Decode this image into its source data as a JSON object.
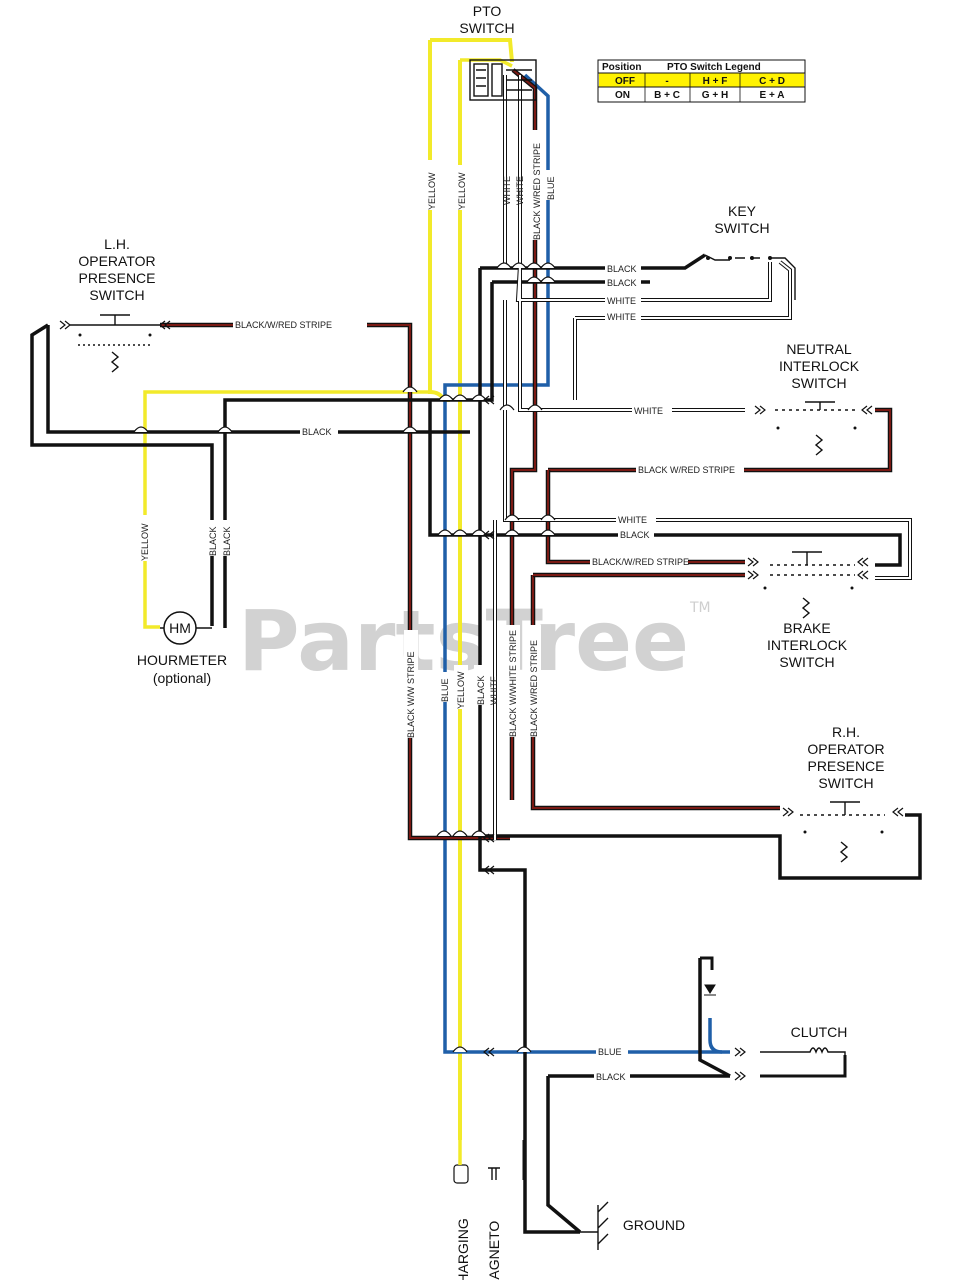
{
  "components": {
    "pto_switch": [
      "PTO",
      "SWITCH"
    ],
    "key_switch": [
      "KEY",
      "SWITCH"
    ],
    "lh_ops": [
      "L.H.",
      "OPERATOR",
      "PRESENCE",
      "SWITCH"
    ],
    "neutral": [
      "NEUTRAL",
      "INTERLOCK",
      "SWITCH"
    ],
    "brake": [
      "BRAKE",
      "INTERLOCK",
      "SWITCH"
    ],
    "rh_ops": [
      "R.H.",
      "OPERATOR",
      "PRESENCE",
      "SWITCH"
    ],
    "hourmeter": "HOURMETER",
    "hourmeter_note": "(optional)",
    "hm": "HM",
    "clutch": "CLUTCH",
    "ground": "GROUND",
    "charging": "CHARGING",
    "magneto": "MAGNETO"
  },
  "legend": {
    "header": [
      "Position",
      "PTO Switch Legend"
    ],
    "rows": [
      [
        "OFF",
        "-",
        "H + F",
        "C + D"
      ],
      [
        "ON",
        "B + C",
        "G + H",
        "E + A"
      ]
    ]
  },
  "wire_labels": {
    "yellow": "YELLOW",
    "white": "WHITE",
    "black": "BLACK",
    "blue": "BLUE",
    "bw_stripe": "BLACK W/RED STRIPE",
    "bw_stripe_alt": "BLACK/W/RED STRIPE",
    "bwhite_stripe": "BLACK W/WHITE STRIPE",
    "bwhite_stripe_alt": "BLACK W/W STRIPE"
  },
  "watermark": "PartsTree",
  "watermark_tm": "TM",
  "colors": {
    "yellow": "#f2ea2a",
    "blue": "#1f5fa8",
    "black": "#111111",
    "red_stripe": "#7a1a14",
    "white_wire": "#ffffff",
    "legend_highlight": "#fff200"
  }
}
